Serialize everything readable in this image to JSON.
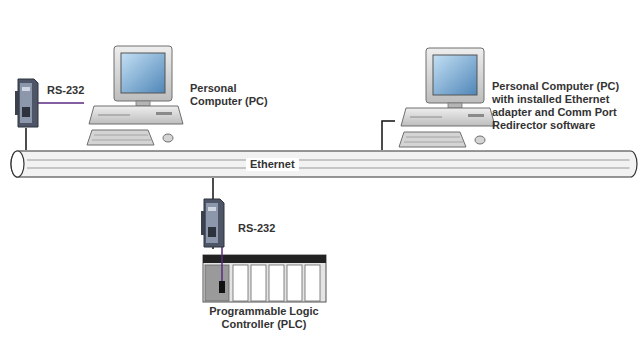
{
  "diagram": {
    "nodes": [
      {
        "text": [
          "Personal Computer (PC)"
        ]
      },
      {
        "text": [
          "Personal Computer (PC) with installed Ethernet adapter and Comm Port Redirector software"
        ]
      },
      {
        "text": [
          "Ethernet"
        ]
      },
      {
        "text": [
          "Programmable Logic Controller (PLC)"
        ]
      }
    ],
    "edges": [
      {
        "from": 2,
        "to": 0,
        "label": "RS-232",
        "arrow": "none"
      },
      {
        "from": 2,
        "to": 3,
        "label": "RS-232",
        "arrow": "none"
      },
      {
        "from": 2,
        "to": 1,
        "arrow": "none"
      }
    ]
  }
}
